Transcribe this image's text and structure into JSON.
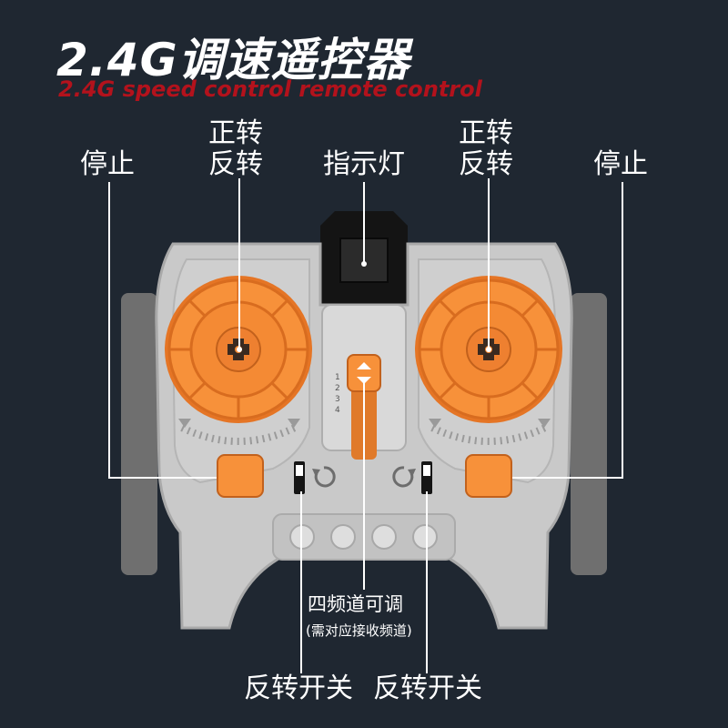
{
  "header": {
    "title": "2.4G调速遥控器",
    "subtitle": "2.4G speed control remote control"
  },
  "labels": {
    "stop_left": "停止",
    "forward_left": "正转",
    "reverse_left": "反转",
    "indicator": "指示灯",
    "forward_right": "正转",
    "reverse_right": "反转",
    "stop_right": "停止",
    "channel_main": "四频道可调",
    "channel_note": "(需对应接收频道)",
    "switch_left": "反转开关",
    "switch_right": "反转开关"
  },
  "channel_numbers": [
    "1",
    "2",
    "3",
    "4"
  ],
  "colors": {
    "background": "#1f2731",
    "accent_orange": "#f7913a",
    "body_gray": "#c9c9c9",
    "title_red": "#b3121c"
  }
}
